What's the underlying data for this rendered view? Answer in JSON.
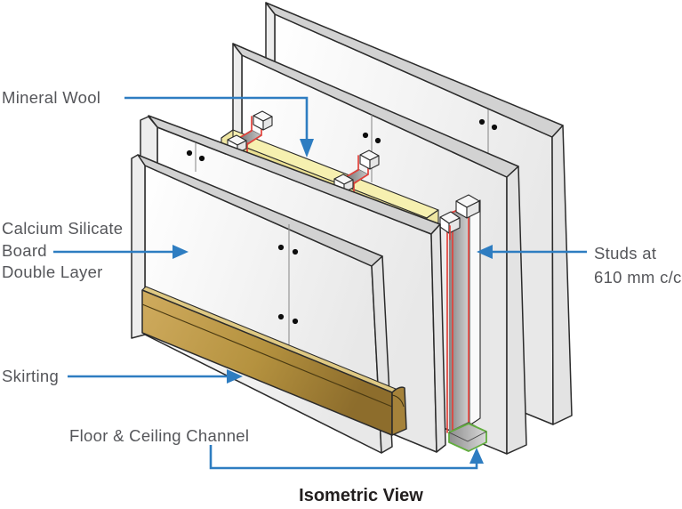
{
  "diagram": {
    "caption": "Isometric View",
    "labels": {
      "mineral_wool": "Mineral Wool",
      "board_l1": "Calcium Silicate",
      "board_l2": "Board",
      "board_l3": "Double Layer",
      "skirting": "Skirting",
      "channel": "Floor & Ceiling Channel",
      "studs_l1": "Studs at",
      "studs_l2": "610 mm c/c"
    },
    "colors": {
      "leader_blue": "#2e7dc1",
      "label_text": "#55565a",
      "caption_text": "#231f1f",
      "board_face_light": "#ffffff",
      "board_face_shade": "#e8e8e8",
      "board_edge_gray": "#d2d2d2",
      "mineral_wool_top": "#f6f0b0",
      "mineral_wool_front": "#eadf92",
      "stud_red": "#e2423b",
      "stud_metal_dark": "#7a7a7a",
      "channel_green": "#61ad3d",
      "skirting_wood_light": "#c9a556",
      "skirting_wood_dark": "#8d6d2c",
      "outline": "#2b2b2b"
    }
  }
}
